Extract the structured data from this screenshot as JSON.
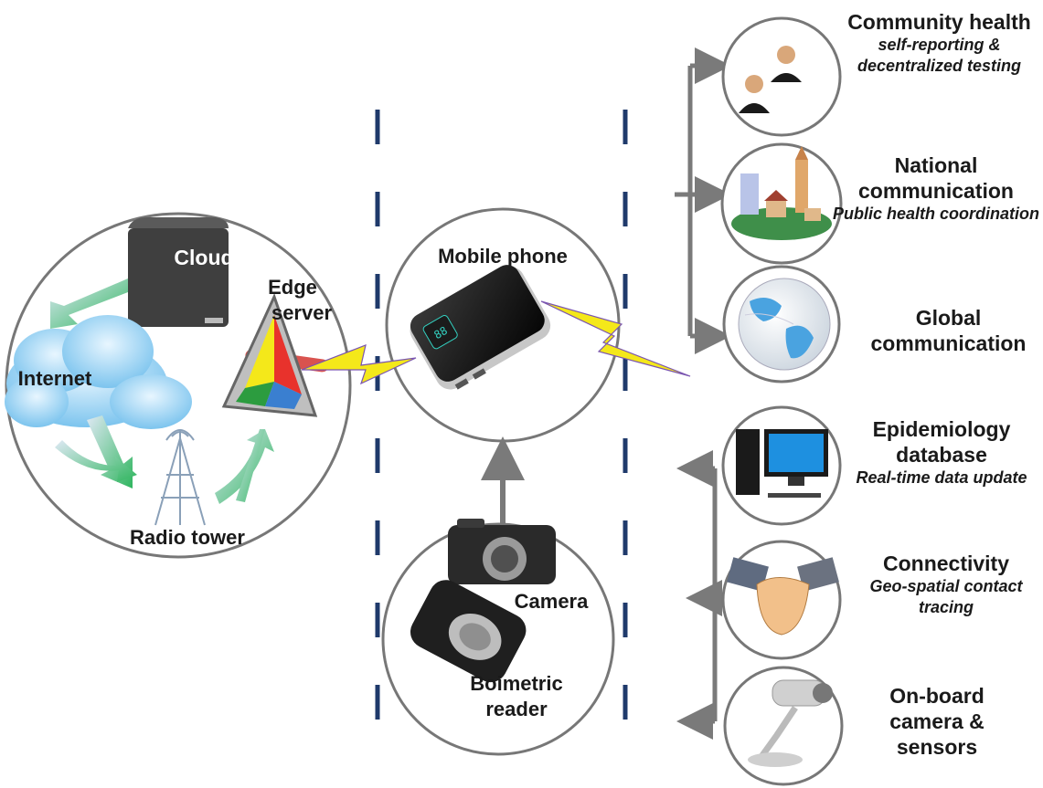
{
  "left_group": {
    "cloud": "Cloud",
    "edge_server": "Edge server",
    "internet": "Internet",
    "radio_tower": "Radio tower"
  },
  "center_group": {
    "mobile_phone": "Mobile phone",
    "camera": "Camera",
    "biometric_reader": "Boimetric reader"
  },
  "right_group": [
    {
      "title": "Community health",
      "subtitle": "self-reporting & decentralized testing",
      "icon": "people-icon"
    },
    {
      "title": "National communication",
      "subtitle": "Public health coordination",
      "icon": "city-icon"
    },
    {
      "title": "Global communication",
      "subtitle": "",
      "icon": "globe-icon"
    },
    {
      "title": "Epidemiology database",
      "subtitle": "Real-time data update",
      "icon": "computer-icon"
    },
    {
      "title": "Connectivity",
      "subtitle": "Geo-spatial contact tracing",
      "icon": "handshake-icon"
    },
    {
      "title": "On-board camera & sensors",
      "subtitle": "",
      "icon": "webcam-icon"
    }
  ],
  "colors": {
    "divider": "#1f3a6b",
    "arrow_gray": "#7a7a7a",
    "circle_stroke": "#777777",
    "lightning": "#f4e81a",
    "green_arrow": "#3cb371"
  }
}
